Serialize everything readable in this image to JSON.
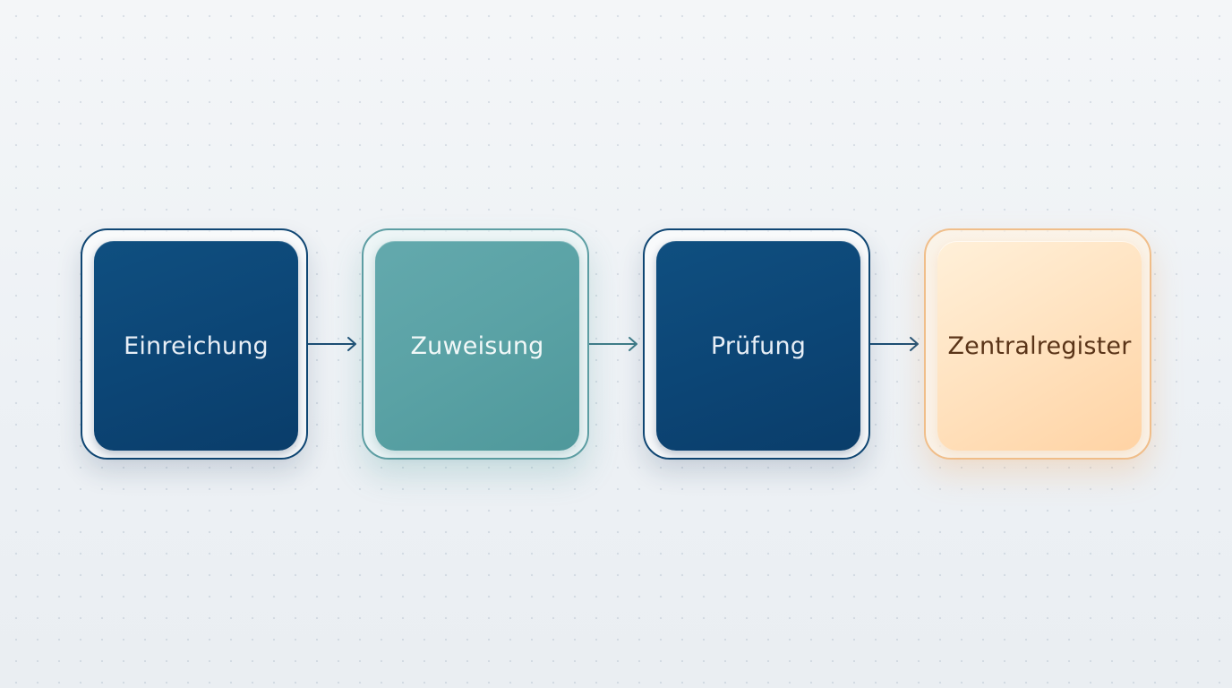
{
  "flow": {
    "steps": [
      {
        "label": "Einreichung"
      },
      {
        "label": "Zuweisung"
      },
      {
        "label": "Prüfung"
      },
      {
        "label": "Zentralregister"
      }
    ]
  },
  "colors": {
    "dark_blue": "#0c4575",
    "teal": "#5aa2a5",
    "peach": "#ffe2bf",
    "arrow": "#1d4e74"
  }
}
